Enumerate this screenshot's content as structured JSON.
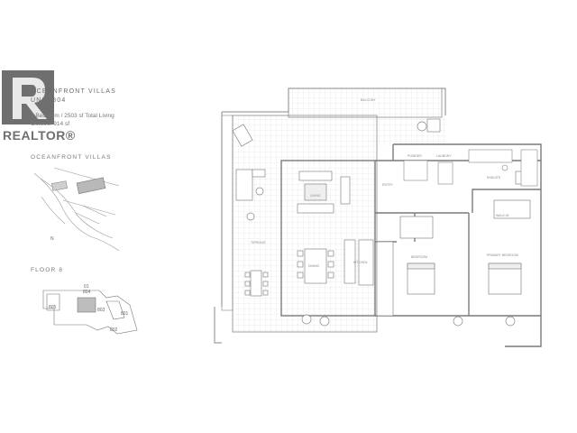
{
  "logo": {
    "brand": "REALTOR®"
  },
  "header": {
    "project": "OCEANFRONT VILLAS",
    "unit": "UNIT 804",
    "bedrooms": "2 Bedroom / 2503 sf Total Living",
    "outdoor": "Outdoor 914 sf"
  },
  "site_map": {
    "title": "OCEANFRONT VILLAS",
    "north_label": "N"
  },
  "keyplan": {
    "title": "FLOOR 8",
    "units": [
      "01",
      "804",
      "805",
      "803",
      "801",
      "802"
    ]
  },
  "plan": {
    "rooms": [
      "TERRACE",
      "LIVING",
      "DINING",
      "KITCHEN",
      "BEDROOM",
      "PRIMARY BEDROOM",
      "ENSUITE",
      "WALK-IN",
      "POWDER",
      "LAUNDRY",
      "ENTRY",
      "BALCONY"
    ]
  },
  "colors": {
    "line": "#8a8a8a",
    "grid": "#d6d6d6",
    "logo": "#6f6f6f"
  }
}
